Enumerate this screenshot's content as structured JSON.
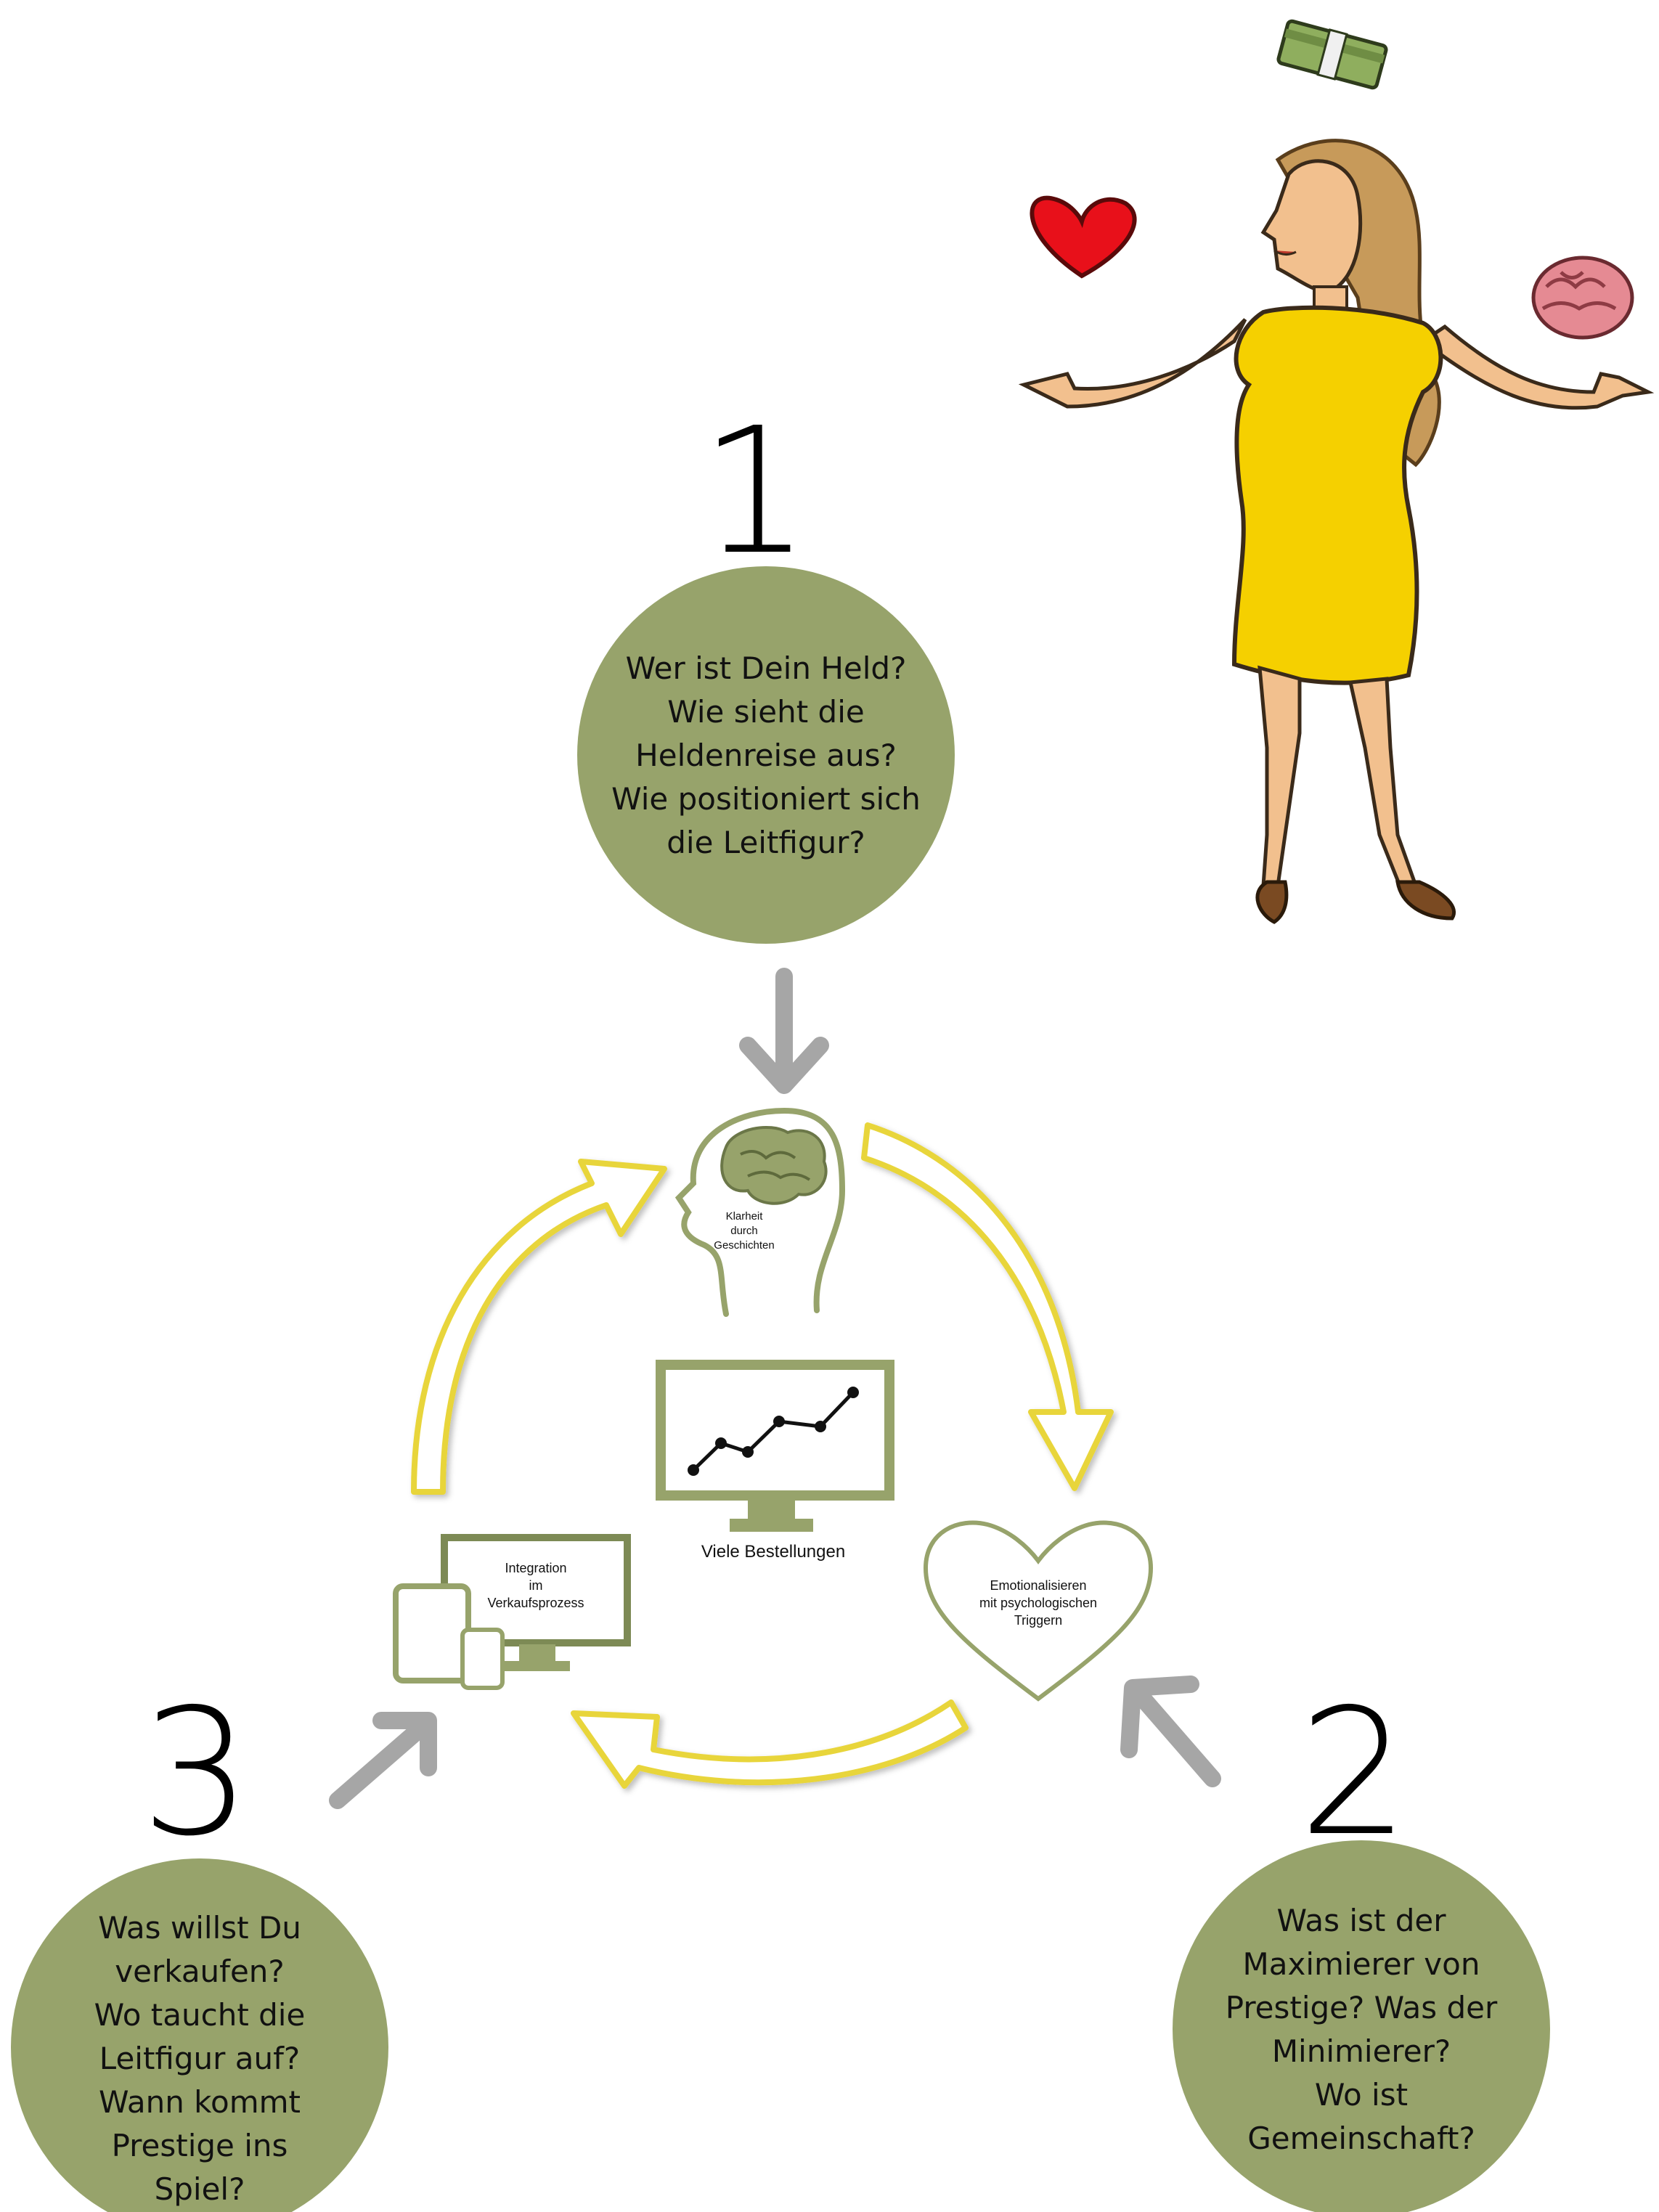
{
  "steps": [
    {
      "number": "1",
      "lines": [
        "Wer ist Dein Held?",
        "Wie sieht die",
        "Heldenreise aus?",
        "Wie positioniert sich",
        "die Leitfigur?"
      ]
    },
    {
      "number": "2",
      "lines": [
        "Was ist der",
        "Maximierer von",
        "Prestige? Was der",
        "Minimierer?",
        "Wo ist",
        "Gemeinschaft?"
      ]
    },
    {
      "number": "3",
      "lines": [
        "Was willst Du",
        "verkaufen?",
        "Wo taucht die",
        "Leitfigur auf?",
        "Wann kommt",
        "Prestige ins",
        "Spiel?"
      ]
    }
  ],
  "cycle": {
    "head_label": [
      "Klarheit",
      "durch",
      "Geschichten"
    ],
    "heart_label": [
      "Emotionalisieren",
      "mit psychologischen",
      "Triggern"
    ],
    "devices_label": [
      "Integration",
      "im",
      "Verkaufsprozess"
    ],
    "center_label": "Viele Bestellungen"
  },
  "colors": {
    "olive": "#97a36b",
    "olive_dark": "#7d8a55",
    "yellow": "#e8d53a",
    "gray_arrow": "#a6a6a6",
    "dress": "#f5d000"
  },
  "icons": [
    "money-icon",
    "heart-icon",
    "brain-icon",
    "woman-illustration",
    "head-brain-icon",
    "monitor-chart-icon",
    "devices-icon"
  ]
}
